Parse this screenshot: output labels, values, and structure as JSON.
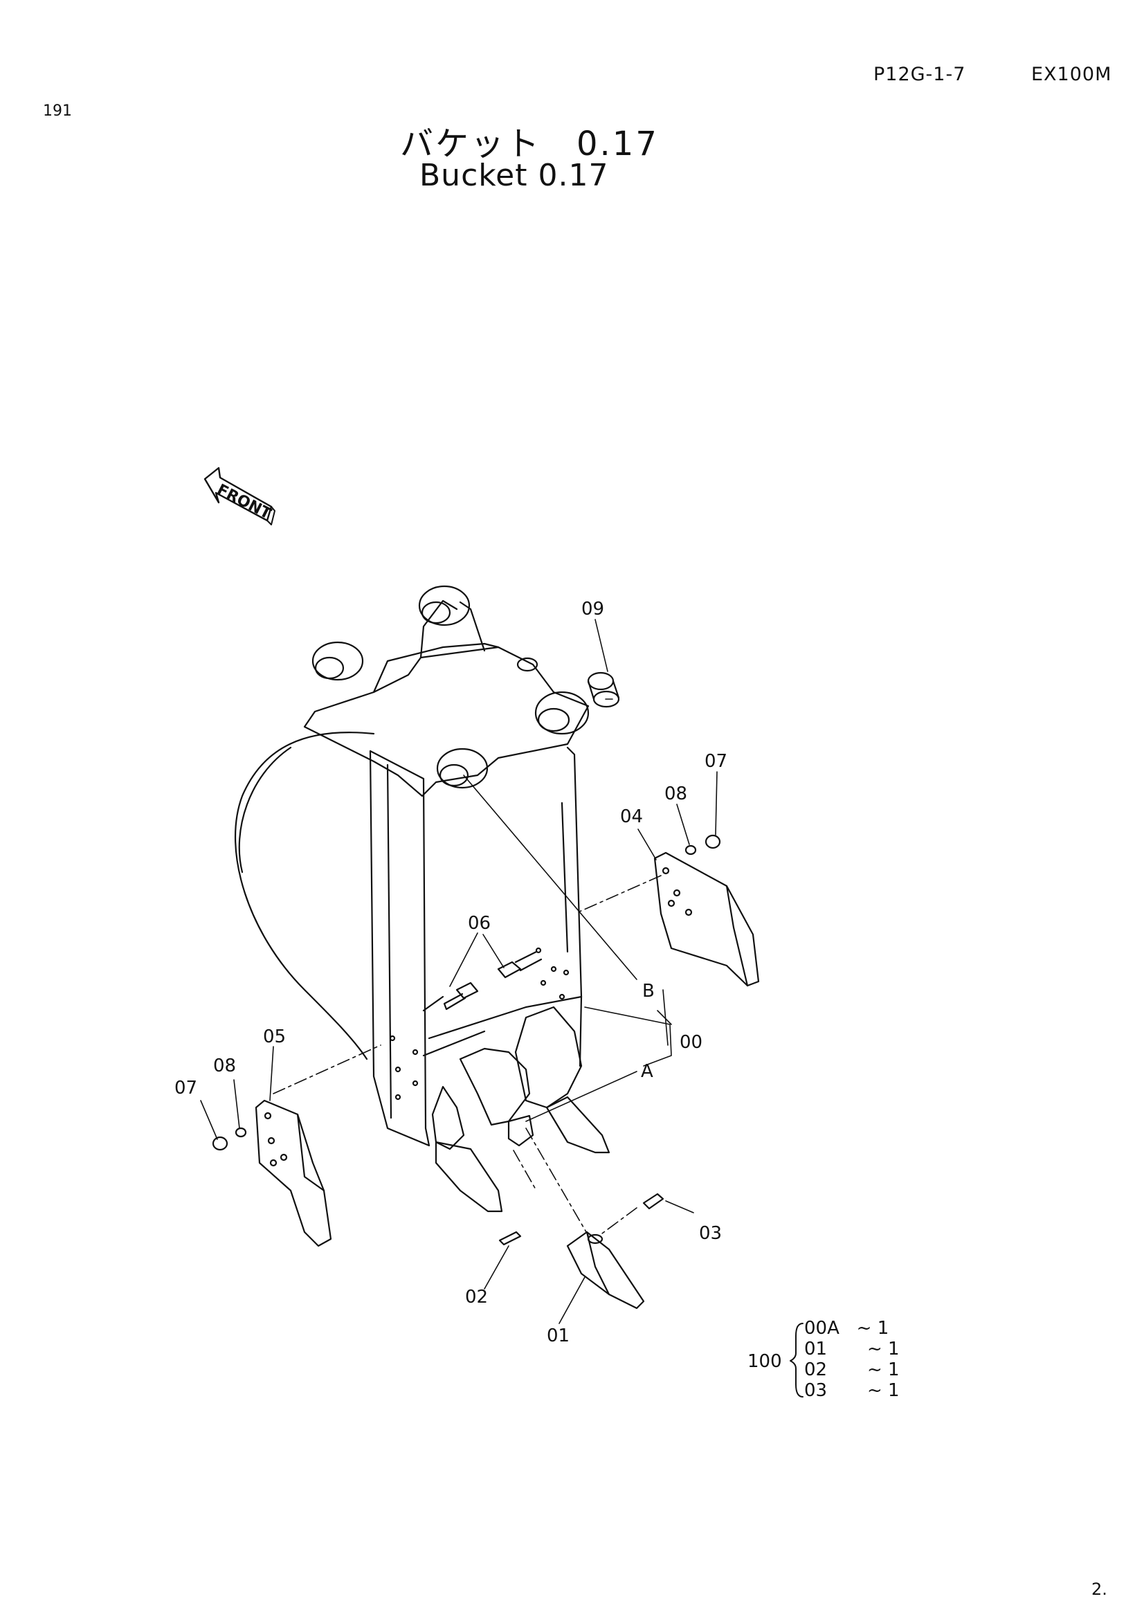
{
  "header": {
    "page_ref": "P12G-1-7",
    "model": "EX100M",
    "top_number": "191",
    "bottom_number": "2."
  },
  "title": {
    "japanese": "バケット　0.17",
    "english": "Bucket 0.17"
  },
  "front_tag": "FRONT",
  "callouts": {
    "c00": "00",
    "c01": "01",
    "c02": "02",
    "c03": "03",
    "c04": "04",
    "c05": "05",
    "c06": "06",
    "c07_right": "07",
    "c07_left": "07",
    "c08_right": "08",
    "c08_left": "08",
    "c09": "09",
    "cA": "A",
    "cB": "B"
  },
  "assembly": {
    "number": "100",
    "items": [
      {
        "part": "00A",
        "qty": "~ 1"
      },
      {
        "part": "01",
        "qty": "~ 1"
      },
      {
        "part": "02",
        "qty": "~ 1"
      },
      {
        "part": "03",
        "qty": "~ 1"
      }
    ]
  }
}
